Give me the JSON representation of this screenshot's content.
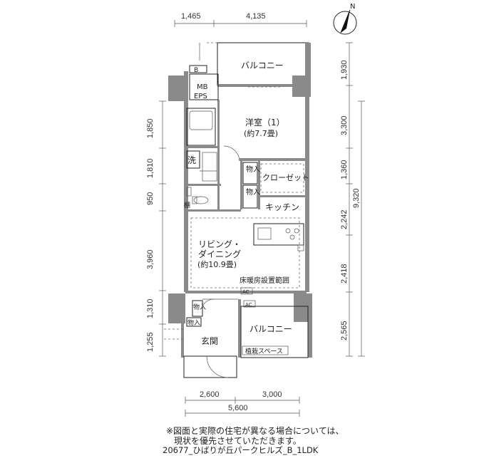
{
  "compass": {
    "label": "N"
  },
  "dimensions": {
    "top": [
      "1,465",
      "4,135"
    ],
    "bottom_parts": [
      "2,600",
      "3,000"
    ],
    "bottom_total": "5,600",
    "left": [
      "1,850",
      "1,810",
      "950",
      "3,960",
      "1,310",
      "1,255"
    ],
    "right_inner": [
      "1,930",
      "3,300",
      "1,360",
      "2,242",
      "2,418",
      "2,565"
    ],
    "right_total": "9,320"
  },
  "rooms": {
    "balcony_top": "バルコニー",
    "mb": "MB",
    "eps": "EPS",
    "b_mark": "B",
    "bedroom": "洋室（1）",
    "bedroom_size": "(約7.7畳)",
    "wash": "洗",
    "storage1": "物入",
    "storage2": "物入",
    "closet": "クローゼット",
    "kitchen": "キッチン",
    "shelf": "棚",
    "living_line1": "リビング・",
    "living_line2": "ダイニング",
    "living_size": "(約10.9畳)",
    "floor_heating": "床暖房設置範囲",
    "ac1": "AC",
    "ac2": "AC",
    "storage3": "物入",
    "storage4": "物入",
    "entrance": "玄関",
    "balcony_bottom": "バルコニー",
    "planting": "植栽スペース"
  },
  "notes": {
    "line1": "※図面と実際の住宅が異なる場合については、",
    "line2": "現状を優先させていただきます。"
  },
  "caption": "20677_ひばりが丘パークヒルズ_B_1LDK"
}
